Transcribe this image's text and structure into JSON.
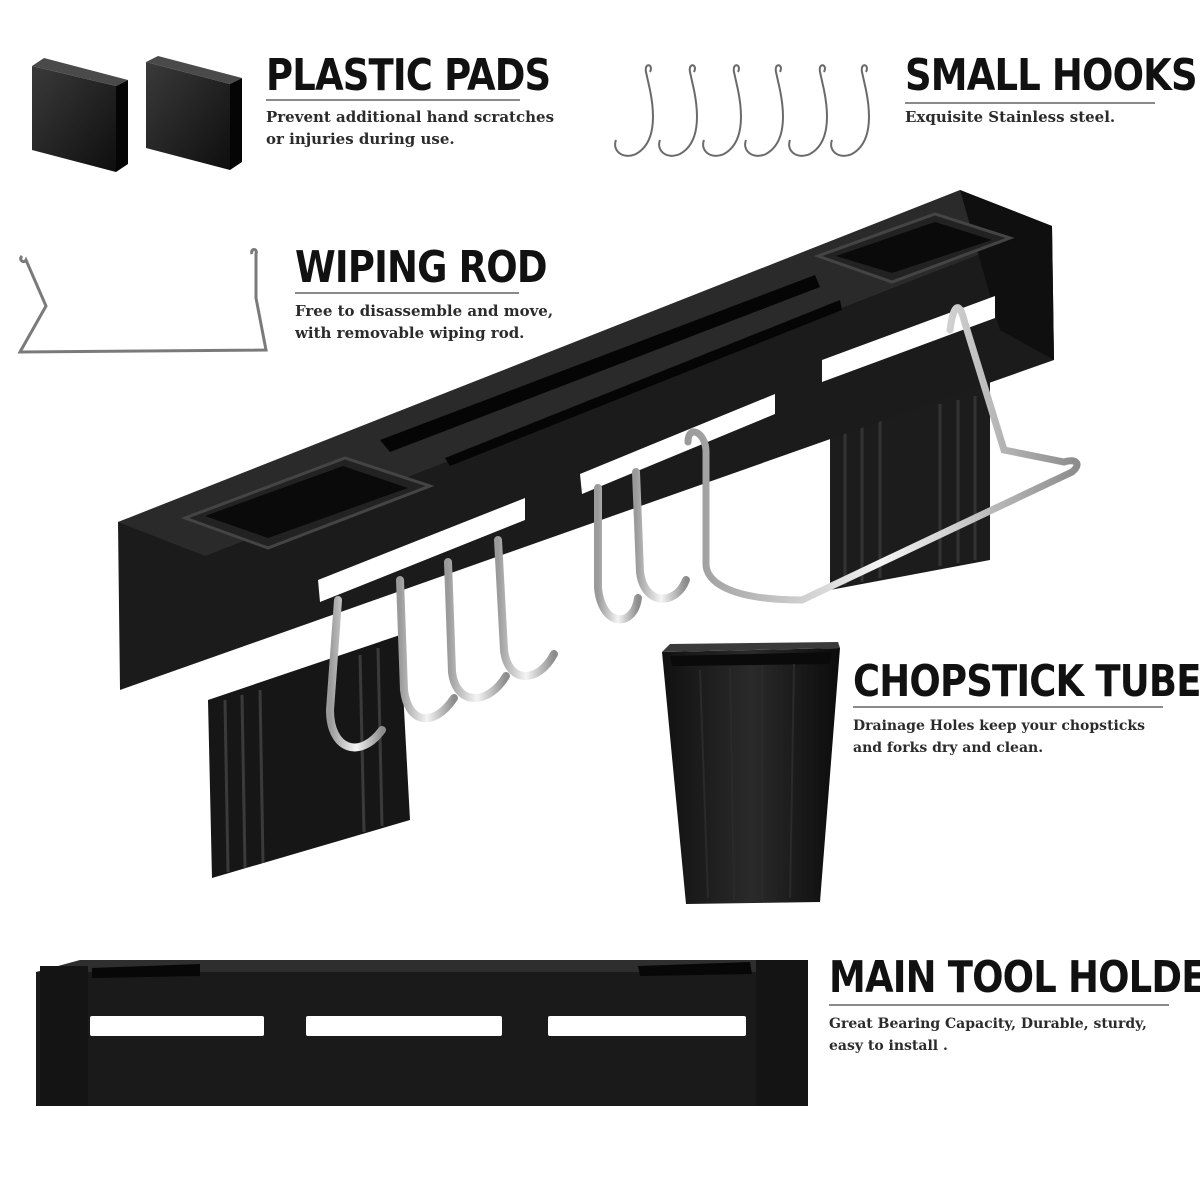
{
  "sections": {
    "plastic_pads": {
      "title": "PLASTIC PADS",
      "lines": [
        "Prevent additional hand scratches",
        "or injuries during use."
      ]
    },
    "small_hooks": {
      "title": "SMALL HOOKS",
      "lines": [
        "Exquisite Stainless steel."
      ]
    },
    "wiping_rod": {
      "title": "WIPING ROD",
      "lines": [
        "Free to disassemble and move,",
        "with removable wiping rod."
      ]
    },
    "chopstick_tube": {
      "title": "CHOPSTICK TUBE",
      "lines": [
        "Drainage Holes keep your chopsticks",
        "and forks dry and clean."
      ]
    },
    "main_tool_holder": {
      "title": "MAIN TOOL HOLDER",
      "lines": [
        "Great Bearing Capacity, Durable, sturdy,",
        "easy to install ."
      ]
    }
  },
  "colors": {
    "product_black": "#1a1a1a",
    "steel": "#c8c8c8",
    "text": "#111111"
  }
}
